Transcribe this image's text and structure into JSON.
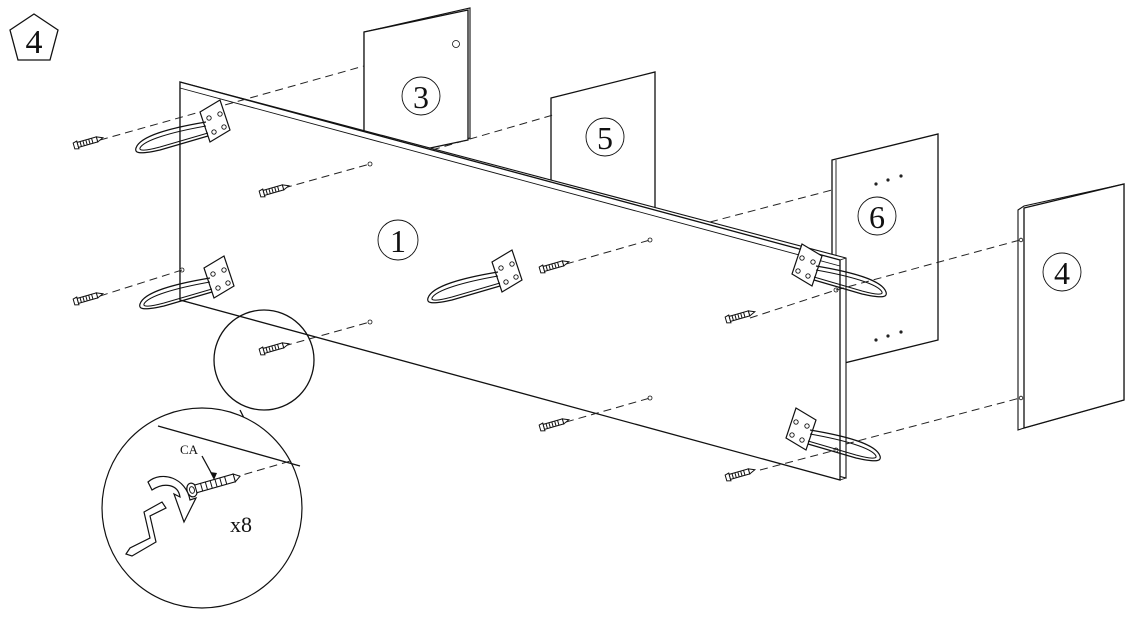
{
  "step": {
    "number": "4"
  },
  "parts": [
    {
      "id": "panel-1",
      "label": "1"
    },
    {
      "id": "panel-3",
      "label": "3"
    },
    {
      "id": "panel-5",
      "label": "5"
    },
    {
      "id": "panel-6",
      "label": "6"
    },
    {
      "id": "panel-4",
      "label": "4"
    }
  ],
  "detail": {
    "fastener_code": "CA",
    "quantity": "x8"
  },
  "icons": [
    "pentagon-step-badge",
    "hairpin-leg",
    "screw",
    "allen-key",
    "rotate-arrow",
    "magnifier-callout"
  ]
}
